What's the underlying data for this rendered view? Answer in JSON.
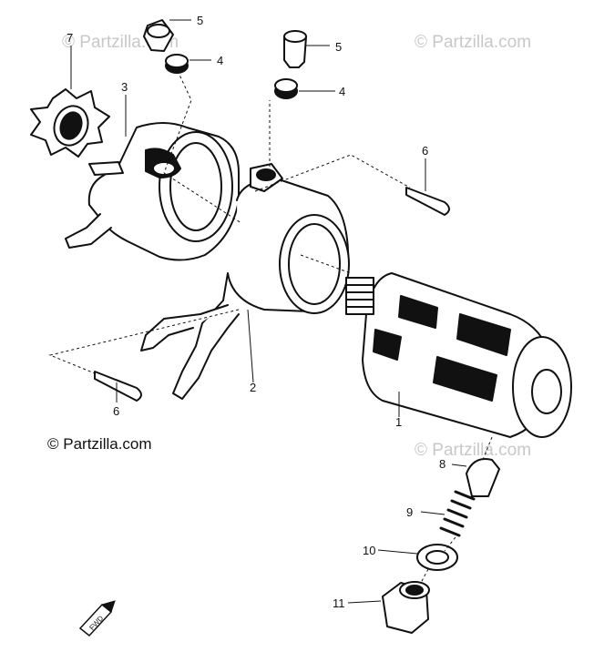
{
  "watermark": "© Partzilla.com",
  "copyright": "© Partzilla.com",
  "fwd_label": "FWD",
  "callouts": {
    "p1": "1",
    "p2": "2",
    "p3": "3",
    "p4a": "4",
    "p4b": "4",
    "p5a": "5",
    "p5b": "5",
    "p6a": "6",
    "p6b": "6",
    "p7": "7",
    "p8": "8",
    "p9": "9",
    "p10": "10",
    "p11": "11"
  }
}
